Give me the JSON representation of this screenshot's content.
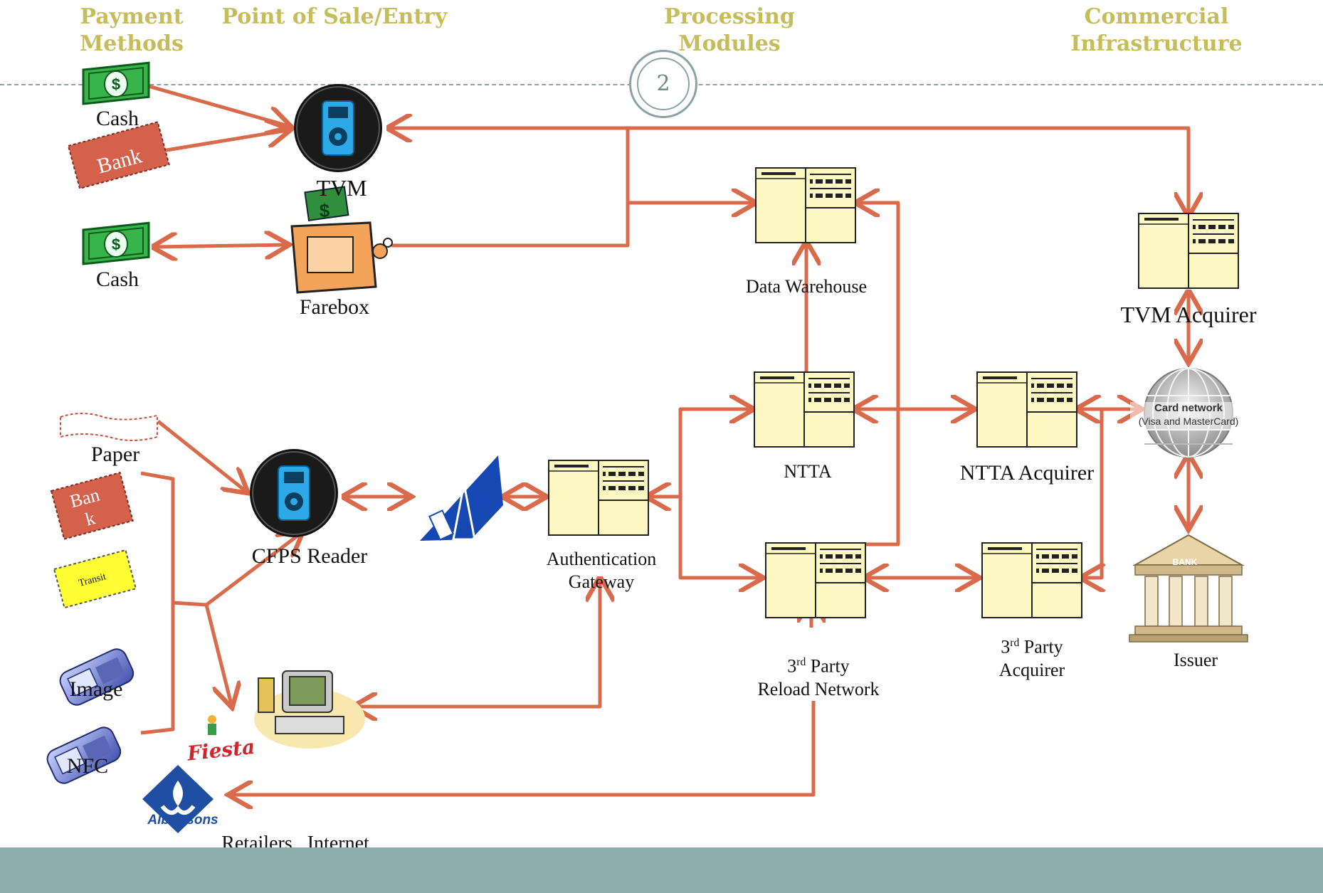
{
  "headers": {
    "payment_methods": "Payment\nMethods",
    "point_of_sale": "Point of Sale/Entry",
    "processing_modules": "Processing\nModules",
    "commercial_infrastructure": "Commercial\nInfrastructure"
  },
  "slide_number": "2",
  "nodes": {
    "cash_top": "Cash",
    "bank_top": "Bank",
    "tvm": "TVM",
    "cash_mid": "Cash",
    "farebox": "Farebox",
    "data_warehouse": "Data Warehouse",
    "tvm_acquirer": "TVM Acquirer",
    "paper": "Paper",
    "bank_lower": "Ban\nk",
    "transit": "Transit",
    "image": "Image",
    "nfc": "NFC",
    "cfps_reader": "CFPS Reader",
    "auth_gateway": "Authentication\nGateway",
    "ntta": "NTTA",
    "ntta_acquirer": "NTTA Acquirer",
    "card_network": "Card network",
    "card_network_sub": "(Visa and MasterCard)",
    "issuer": "Issuer",
    "third_party_reload_prefix": "3",
    "third_party_reload_sup": "rd",
    "third_party_reload_suffix": " Party",
    "third_party_reload_line2": "Reload Network",
    "third_party_acq_prefix": "3",
    "third_party_acq_sup": "rd",
    "third_party_acq_suffix": " Party",
    "third_party_acq_line2": "Acquirer",
    "retailers": "Retailers , Internet",
    "fiesta_logo": "Fiesta",
    "albertsons_logo": "Albertsons",
    "bank_building": "BANK"
  },
  "colors": {
    "arrow": "#d96a4b",
    "header": "#c5bd5a",
    "footer": "#8cadab",
    "server_fill": "#fdf7c3",
    "bank_tag": "#d4614c",
    "transit_tag": "#ffff33"
  }
}
